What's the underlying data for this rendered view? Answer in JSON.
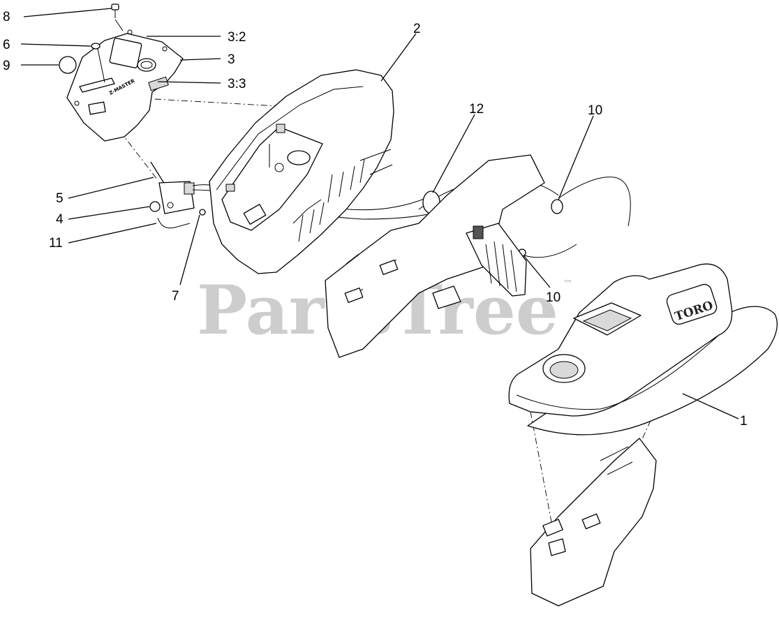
{
  "watermark": {
    "text": "PartsTree",
    "mark": "™"
  },
  "brand_label": "TORO",
  "decal_label": "Z-MASTER",
  "callouts": [
    {
      "id": "c8",
      "label": "8"
    },
    {
      "id": "c6",
      "label": "6"
    },
    {
      "id": "c9",
      "label": "9"
    },
    {
      "id": "c32",
      "label": "3:2"
    },
    {
      "id": "c3",
      "label": "3"
    },
    {
      "id": "c33",
      "label": "3:3"
    },
    {
      "id": "c2",
      "label": "2"
    },
    {
      "id": "c12",
      "label": "12"
    },
    {
      "id": "c10a",
      "label": "10"
    },
    {
      "id": "c5",
      "label": "5"
    },
    {
      "id": "c4",
      "label": "4"
    },
    {
      "id": "c11",
      "label": "11"
    },
    {
      "id": "c7",
      "label": "7"
    },
    {
      "id": "c10b",
      "label": "10"
    },
    {
      "id": "c1",
      "label": "1"
    }
  ]
}
